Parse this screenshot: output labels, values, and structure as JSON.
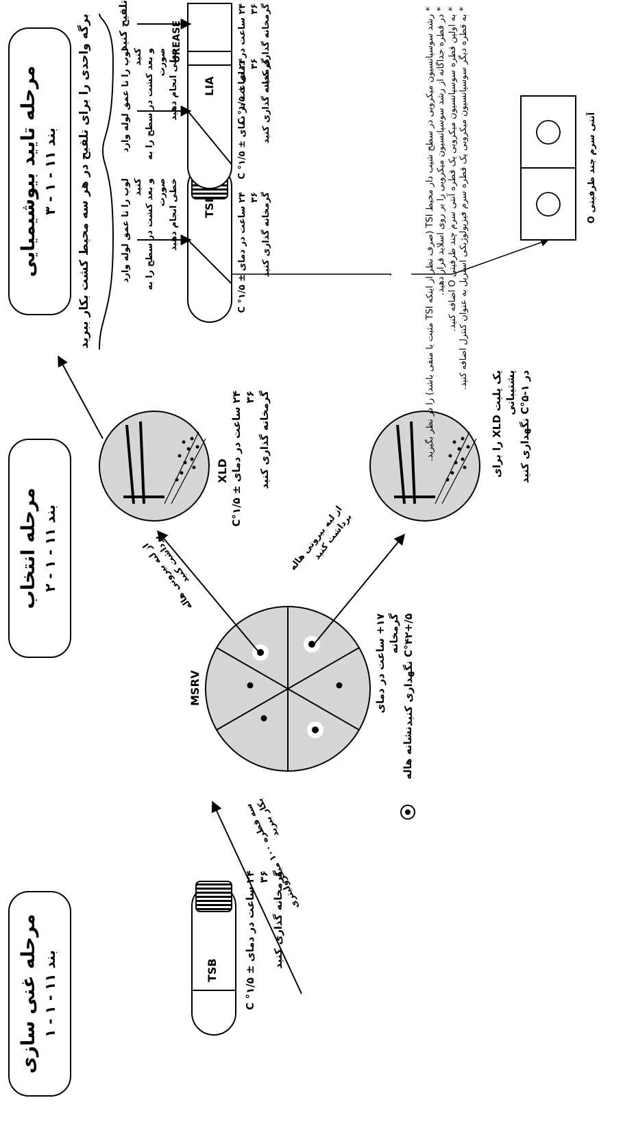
{
  "phases": {
    "enrichment": {
      "title": "مرحله غنی سازی",
      "clause": "بند ۱۱ - ۱ - ۱"
    },
    "selection": {
      "title": "مرحله انتخاب",
      "clause": "بند ۱۱ - ۱ - ۲"
    },
    "confirmation": {
      "title": "مرحله تایید بیوشیمیایی",
      "clause": "بند ۱۱ - ۱ - ۳"
    }
  },
  "tubes": {
    "tsb": "TSB",
    "tsi": "TSI",
    "lia": "LIA",
    "urease": "UREASE"
  },
  "plates": {
    "msrv": "MSRV",
    "xld": "XLD"
  },
  "labels": {
    "tsb_incubation_1": "۲۴ ساعت در دمای C °۱/۵ ± ۳۶",
    "tsb_incubation_2": "گرمخانه گذاری کنید",
    "transfer_1": "سه قطره ۱۰۰ میکرولیتری",
    "transfer_2": "بکار ببرید",
    "msrv_incubation_1": "۱۷+ ساعت در دمای گرمخانه",
    "msrv_incubation_2": "C°۴۲+/۵ نگهداری کنید",
    "halo_legend": "نشانه هاله",
    "halo_pick_1a": "از لبه بیرونی هاله",
    "halo_pick_1b": "برداشت کنید",
    "halo_pick_2a": "از لبه بیرونی هاله",
    "halo_pick_2b": "برداشت کنید",
    "xld_incubation_1": "۲۴ ساعت در دمای C°۱/۵ ± ۳۶",
    "xld_incubation_2": "گرمخانه گذاری کنید",
    "xld_backup_1": "یک پلیت XLD را برای پشتیبانی",
    "xld_backup_2": "در C°۵-۱ نگهداری کنید",
    "one_colony": "برگه واحدی را برای تلقیح در هر سه محیط کشت بکار ببرید",
    "stab_1": "لوپ را تا عمق لوله وارد کنید",
    "stab_2": "و بعد کشت در سطح را به صورت",
    "stab_3": "خطی انجام دهید",
    "stab_lia_1": "لوپ را تا عمق لوله وارد کنید",
    "stab_lia_2": "و بعد کشت در سطح را به صورت",
    "stab_lia_3": "خطی انجام دهید",
    "inoculate": "تلقیح کنید",
    "tube_incubation_1": "۲۴ ساعت در دمای C °۱/۵ ± ۳۶",
    "tube_incubation_2": "گرمخانه گذاری کنید",
    "lia_incubation_1": "۲۴ ساعت در دمای C °۱/۵ ± ۳۶",
    "lia_incubation_2": "گرمخانه گذاری کنید",
    "tsi_incubation_1": "۲۴ ساعت در دمای C °۱/۵ ± ۳۶",
    "tsi_incubation_2": "گرمخانه گذاری کنید",
    "antiserum": "آنتی سرم چند ظرفیتی O"
  },
  "notes": [
    "* رشد سوسپانسیون میکروبی در سطح شیب دار محیط TSI (صرف نظر از اینکه TSI مثبت یا منفی باشد) را در نظر بگیرید.",
    "* در قطره جداگانه از رشد سوسپانسیون میکروبی را بر روی اسلاید قرار دهید.",
    "* به اولین قطره سوسپانسیون میکروبی یک قطره آنتی سرم چند ظرفیتی O اضافه کنید.",
    "* به قطره دیگر سوسپانسیون میکروبی یک قطره سرم فیزیولوژیکی استریل به عنوان کنترل اضافه کنید."
  ]
}
